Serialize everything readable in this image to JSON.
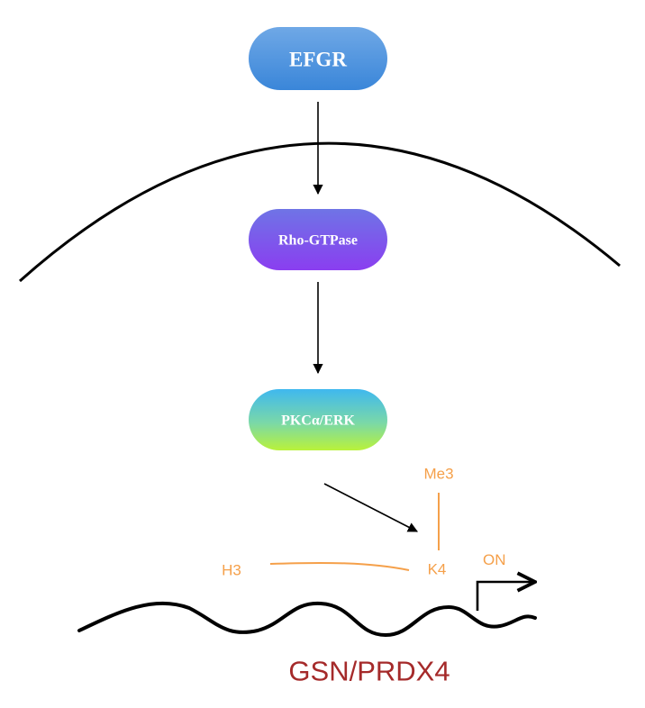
{
  "nodes": {
    "egfr": {
      "label": "EFGR"
    },
    "rho": {
      "label": "Rho-GTPase"
    },
    "pkc": {
      "label": "PKCα/ERK"
    }
  },
  "histone": {
    "h3": "H3",
    "k4": "K4",
    "me3": "Me3"
  },
  "transcription": {
    "on": "ON"
  },
  "gene": {
    "label": "GSN/PRDX4"
  },
  "colors": {
    "egfr_top": "#6fa8e6",
    "egfr_bottom": "#3a86d9",
    "rho_top": "#6f74e6",
    "rho_bottom": "#8a3ef0",
    "pkc_top": "#3fb8ef",
    "pkc_bottom": "#b9f23a",
    "modification": "#f5a04a",
    "gene": "#a52a2a"
  }
}
